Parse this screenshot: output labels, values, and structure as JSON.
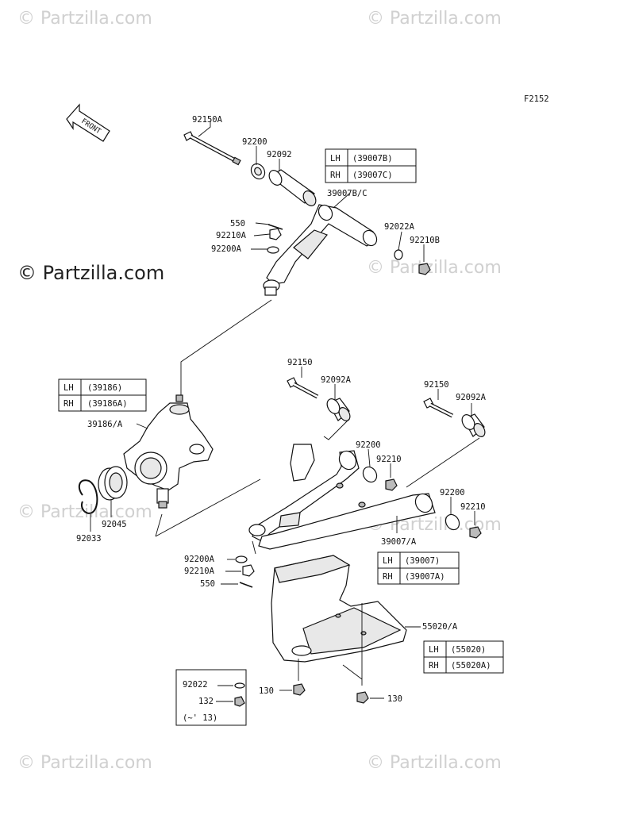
{
  "watermarks": {
    "top_left": "© Partzilla.com",
    "top_right": "© Partzilla.com",
    "main": "© Partzilla.com",
    "mid_left": "© Partzilla.com",
    "mid_right": "© Partzilla.com",
    "bottom_left": "© Partzilla.com",
    "bottom_right": "© Partzilla.com"
  },
  "figure_code": "F2152",
  "front_arrow": "FRONT",
  "labels": {
    "p92150A": "92150A",
    "p92200_top": "92200",
    "p92092_top": "92092",
    "p39007BC": "39007B/C",
    "p550_top": "550",
    "p92210A_top": "92210A",
    "p92200A_top": "92200A",
    "p92022A": "92022A",
    "p92210B": "92210B",
    "p92150_l": "92150",
    "p92092A_l": "92092A",
    "p92150_r": "92150",
    "p92092A_r": "92092A",
    "p39186A": "39186/A",
    "p92200_m1": "92200",
    "p92210_m1": "92210",
    "p92200_m2": "92200",
    "p92210_m2": "92210",
    "p92045": "92045",
    "p92033": "92033",
    "p39007A": "39007/A",
    "p92200A_bot": "92200A",
    "p92210A_bot": "92210A",
    "p550_bot": "550",
    "p55020A": "55020/A",
    "p130_l": "130",
    "p130_r": "130"
  },
  "tables": {
    "upper_arm": [
      {
        "side": "LH",
        "part": "(39007B)"
      },
      {
        "side": "RH",
        "part": "(39007C)"
      }
    ],
    "knuckle": [
      {
        "side": "LH",
        "part": "(39186)"
      },
      {
        "side": "RH",
        "part": "(39186A)"
      }
    ],
    "lower_arm": [
      {
        "side": "LH",
        "part": "(39007)"
      },
      {
        "side": "RH",
        "part": "(39007A)"
      }
    ],
    "guard": [
      {
        "side": "LH",
        "part": "(55020)"
      },
      {
        "side": "RH",
        "part": "(55020A)"
      }
    ]
  },
  "inset": {
    "washer": "92022",
    "bolt": "132",
    "note": "(~' 13)"
  }
}
